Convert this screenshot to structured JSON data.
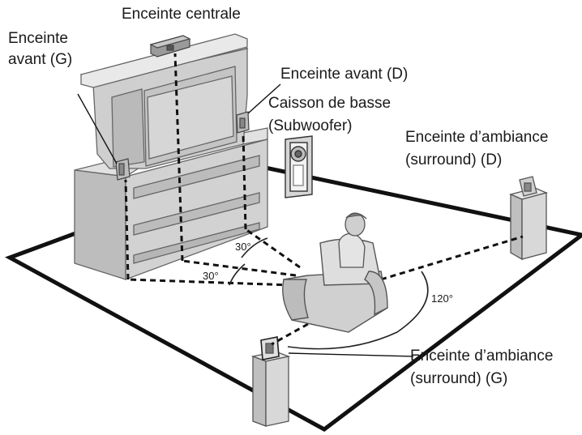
{
  "labels": {
    "center": "Enceinte centrale",
    "front_left_line1": "Enceinte",
    "front_left_line2": "avant (G)",
    "front_right": "Enceinte avant (D)",
    "subwoofer_line1": "Caisson de basse",
    "subwoofer_line2": "(Subwoofer)",
    "surround_right_line1": "Enceinte d’ambiance",
    "surround_right_line2": "(surround) (D)",
    "surround_left_line1": "Enceinte d’ambiance",
    "surround_left_line2": "(surround) (G)"
  },
  "angles": {
    "front_upper": "30°",
    "front_lower": "30°",
    "surround": "120°"
  }
}
